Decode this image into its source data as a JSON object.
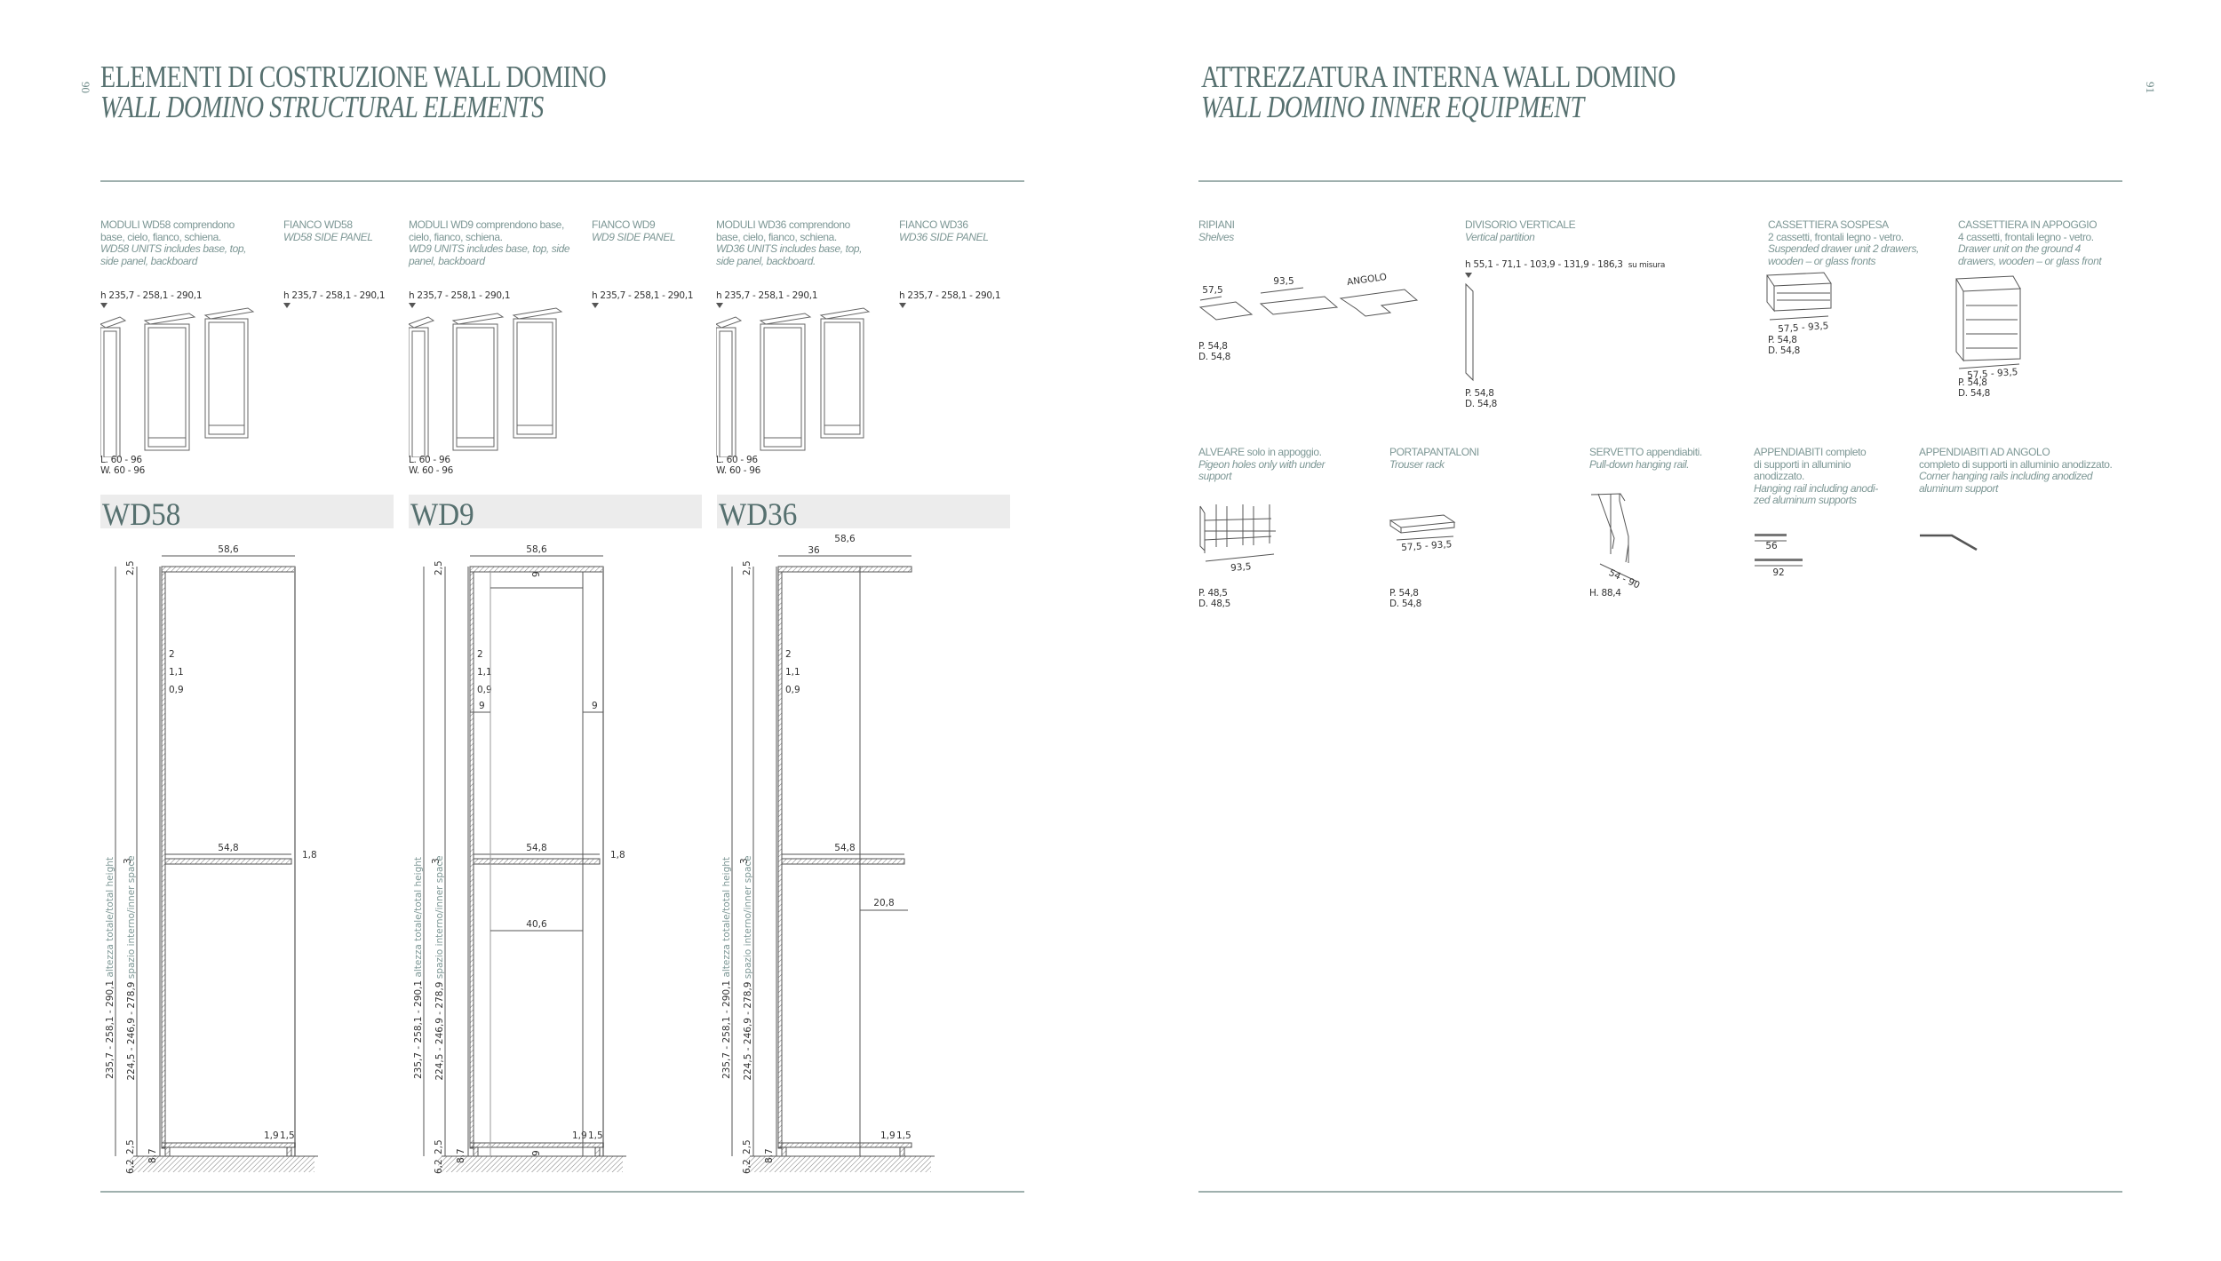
{
  "left_page": {
    "page_number": "90",
    "title": "ELEMENTI DI COSTRUZIONE WALL DOMINO",
    "subtitle": "WALL DOMINO STRUCTURAL ELEMENTS",
    "modules": [
      {
        "it": [
          "MODULI WD58 comprendono",
          "base, cielo, fianco, schiena."
        ],
        "en": [
          "WD58 UNITS includes base, top,",
          "side panel, backboard"
        ],
        "height": "h 235,7 - 258,1 - 290,1",
        "size": [
          "L. 60 - 96",
          "W. 60 - 96"
        ],
        "side_it": "FIANCO WD58",
        "side_en": "WD58 SIDE PANEL",
        "side_height": "h 235,7 - 258,1 - 290,1"
      },
      {
        "it": [
          "MODULI WD9 comprendono base,",
          "cielo, fianco, schiena."
        ],
        "en": [
          "WD9 UNITS includes base, top, side",
          "panel, backboard"
        ],
        "height": "h 235,7 - 258,1 - 290,1",
        "size": [
          "L. 60 - 96",
          "W. 60 - 96"
        ],
        "side_it": "FIANCO WD9",
        "side_en": "WD9 SIDE PANEL",
        "side_height": "h 235,7 - 258,1 - 290,1"
      },
      {
        "it": [
          "MODULI WD36 comprendono",
          "base, cielo, fianco, schiena."
        ],
        "en": [
          "WD36 UNITS includes base, top,",
          "side panel, backboard."
        ],
        "height": "h 235,7 - 258,1 - 290,1",
        "size": [
          "L. 60 - 96",
          "W. 60 - 96"
        ],
        "side_it": "FIANCO WD36",
        "side_en": "WD36 SIDE PANEL",
        "side_height": "h 235,7 - 258,1 - 290,1"
      }
    ],
    "drawings": [
      {
        "label": "WD58",
        "variant": "wd58",
        "width": "58,6",
        "top": "2,5",
        "d1": "2",
        "d2": "1,1",
        "d3": "0,9",
        "shelf": "54,8",
        "shelf_gap": "1,8",
        "shelf_thk": "3",
        "b1": "1,9",
        "b2": "1,5",
        "base": "2,5",
        "foot": "6,2",
        "plinth": "8,7",
        "total": "235,7 - 258,1 - 290,1",
        "total_label": "altezza totale/total height",
        "inner": "224,5 - 246,9 - 278,9",
        "inner_label": "spazio interno/inner space"
      },
      {
        "label": "WD9",
        "variant": "wd9",
        "width": "58,6",
        "top": "2,5",
        "d1": "2",
        "d2": "1,1",
        "d3": "0,9",
        "shelf": "54,8",
        "shelf_gap": "1,8",
        "shelf_thk": "3",
        "b1": "1,9",
        "b2": "1,5",
        "base": "2,5",
        "foot": "6,2",
        "plinth": "8,7",
        "total": "235,7 - 258,1 - 290,1",
        "total_label": "altezza totale/total height",
        "inner": "224,5 - 246,9 - 278,9",
        "inner_label": "spazio interno/inner space",
        "frame_top": "9",
        "frame_left": "9",
        "frame_right": "9",
        "frame_inner": "40,6",
        "frame_bottom": "9"
      },
      {
        "label": "WD36",
        "variant": "wd36",
        "width": "58,6",
        "top": "2,5",
        "d1": "2",
        "d2": "1,1",
        "d3": "0,9",
        "shelf": "54,8",
        "shelf_thk": "3",
        "b1": "1,9",
        "b2": "1,5",
        "base": "2,5",
        "foot": "6,2",
        "plinth": "8,7",
        "total": "235,7 - 258,1 - 290,1",
        "total_label": "altezza totale/total height",
        "inner": "224,5 - 246,9 - 278,9",
        "inner_label": "spazio interno/inner space",
        "partial": "36",
        "right_part": "20,8"
      }
    ]
  },
  "right_page": {
    "page_number": "91",
    "title": "ATTREZZATURA INTERNA WALL DOMINO",
    "subtitle": "WALL DOMINO INNER EQUIPMENT",
    "items": [
      {
        "it": [
          "RIPIANI"
        ],
        "en": [
          "Shelves"
        ],
        "dims": [
          "57,5",
          "93,5",
          "ANGOLO"
        ],
        "pd": [
          "P. 54,8",
          "D. 54,8"
        ]
      },
      {
        "it": [
          "DIVISORIO VERTICALE"
        ],
        "en": [
          "Vertical partition"
        ],
        "height": "h 55,1 - 71,1 - 103,9 - 131,9 - 186,3",
        "height_note": "su misura",
        "pd": [
          "P. 54,8",
          "D. 54,8"
        ]
      },
      {
        "it": [
          "CASSETTIERA SOSPESA",
          "2 cassetti, frontali legno - vetro."
        ],
        "en": [
          "Suspended drawer unit 2 drawers,",
          "wooden – or glass fronts"
        ],
        "dims": [
          "57,5 - 93,5"
        ],
        "pd": [
          "P. 54,8",
          "D. 54,8"
        ]
      },
      {
        "it": [
          "CASSETTIERA IN APPOGGIO",
          "4 cassetti, frontali legno - vetro."
        ],
        "en": [
          "Drawer unit on the ground 4",
          "drawers, wooden – or glass front"
        ],
        "dims": [
          "57,5 - 93,5"
        ],
        "pd": [
          "P. 54,8",
          "D. 54,8"
        ]
      },
      {
        "it": [
          "ALVEARE solo in appoggio."
        ],
        "en": [
          "Pigeon holes only with under",
          "support"
        ],
        "dims": [
          "93,5"
        ],
        "pd": [
          "P. 48,5",
          "D. 48,5"
        ]
      },
      {
        "it": [
          "PORTAPANTALONI"
        ],
        "en": [
          "Trouser rack"
        ],
        "dims": [
          "57,5 - 93,5"
        ],
        "pd": [
          "P. 54,8",
          "D. 54,8"
        ]
      },
      {
        "it": [
          "SERVETTO appendiabiti."
        ],
        "en": [
          "Pull-down hanging rail."
        ],
        "dims": [
          "54 - 90"
        ],
        "pd": [
          "H. 88,4"
        ]
      },
      {
        "it": [
          "APPENDIABITI completo",
          "di supporti in alluminio",
          "anodizzato."
        ],
        "en": [
          "Hanging rail including anodi-",
          "zed aluminum supports"
        ],
        "dims": [
          "56",
          "92"
        ],
        "pd": []
      },
      {
        "it": [
          "APPENDIABITI AD ANGOLO",
          "completo di supporti in alluminio anodizzato."
        ],
        "en": [
          "Corner hanging rails including anodized",
          "aluminum support"
        ],
        "dims": [],
        "pd": []
      }
    ]
  },
  "colors": {
    "accent": "#56706f",
    "caption": "#7d9795",
    "rule": "#9fb0ae",
    "band": "#ececec",
    "line": "#555555"
  }
}
